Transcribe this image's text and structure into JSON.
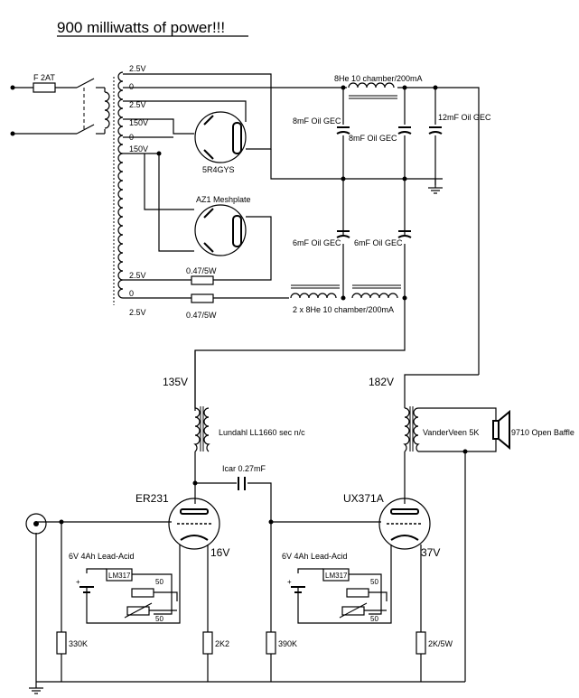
{
  "title": "900 milliwatts of power!!!",
  "power_transformer": {
    "fuse": "F 2AT",
    "taps": [
      "2.5V",
      "0",
      "2.5V",
      "150V",
      "0",
      "150V",
      "2.5V",
      "0",
      "2.5V"
    ]
  },
  "rectifiers": {
    "upper": "5R4GYS",
    "lower": "AZ1 Meshplate"
  },
  "filter": {
    "choke_top": "8He 10 chamber/200mA",
    "choke_bottom": "2 x 8He 10 chamber/200mA",
    "cap_a": "8mF Oil GEC",
    "cap_b": "8mF Oil GEC",
    "cap_c": "12mF Oil GEC",
    "cap_d": "6mF Oil GEC",
    "cap_e": "6mF Oil GEC",
    "res_a": "0.47/5W",
    "res_b": "0.47/5W"
  },
  "stage1": {
    "b_plus": "135V",
    "interstage": "Lundahl LL1660 sec n/c",
    "coupling_cap": "Icar 0.27mF",
    "tube": "ER231",
    "cathode_voltage": "16V",
    "battery": "6V 4Ah Lead-Acid",
    "regulator": "LM317",
    "pot_1": "50",
    "pot_2": "50",
    "grid_res": "330K",
    "cathode_res": "2K2"
  },
  "stage2": {
    "b_plus": "182V",
    "output_tx": "VanderVeen 5K",
    "speaker": "9710 Open Baffle",
    "tube": "UX371A",
    "cathode_voltage": "37V",
    "battery": "6V 4Ah Lead-Acid",
    "regulator": "LM317",
    "pot_1": "50",
    "pot_2": "50",
    "grid_res": "390K",
    "cathode_res": "2K/5W"
  }
}
